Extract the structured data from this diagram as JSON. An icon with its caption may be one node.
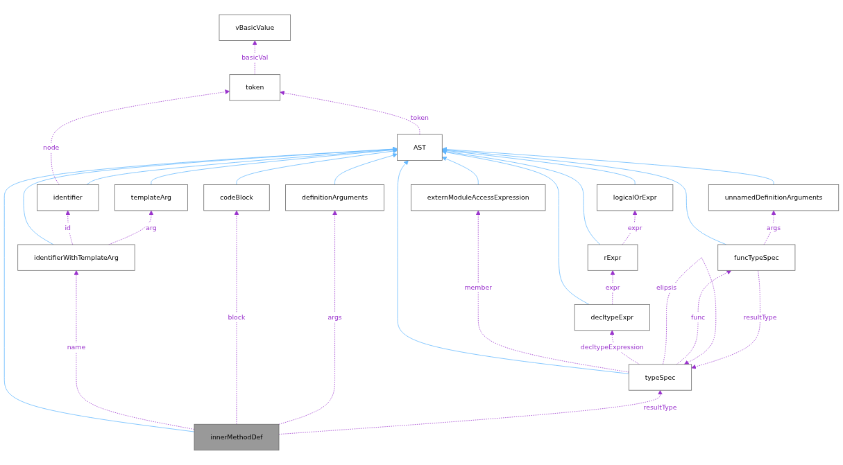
{
  "diagram": {
    "nodes": [
      {
        "text": [
          "vBasicValue"
        ]
      },
      {
        "text": [
          "token"
        ]
      },
      {
        "text": [
          "AST"
        ]
      },
      {
        "text": [
          "identifier"
        ]
      },
      {
        "text": [
          "templateArg"
        ]
      },
      {
        "text": [
          "logicalOrExpr"
        ]
      },
      {
        "text": [
          "definitionArguments"
        ]
      },
      {
        "text": [
          "externModuleAccessExpression"
        ]
      },
      {
        "text": [
          "identifierWithTemplateArg"
        ]
      },
      {
        "text": [
          "rExpr"
        ]
      },
      {
        "text": [
          "unnamedDefinitionArguments"
        ]
      },
      {
        "text": [
          "decltypeExpr"
        ]
      },
      {
        "text": [
          "codeBlock"
        ]
      },
      {
        "text": [
          "typeSpec"
        ]
      },
      {
        "text": [
          "innerMethodDef"
        ]
      },
      {
        "text": [
          "funcTypeSpec"
        ]
      }
    ],
    "edges": [
      {
        "from": 1,
        "to": 0,
        "arrow": "to",
        "label": "basicVal",
        "style": "dashed"
      },
      {
        "from": 2,
        "to": 1,
        "arrow": "to",
        "label": "token",
        "style": "dashed"
      },
      {
        "from": 3,
        "to": 1,
        "arrow": "to",
        "label": "node",
        "style": "dashed"
      },
      {
        "from": 3,
        "to": 2,
        "arrow": "to",
        "color": "#63b8ff"
      },
      {
        "from": 4,
        "to": 2,
        "arrow": "to",
        "color": "#63b8ff"
      },
      {
        "from": 5,
        "to": 2,
        "arrow": "to",
        "color": "#63b8ff"
      },
      {
        "from": 6,
        "to": 2,
        "arrow": "to",
        "color": "#63b8ff"
      },
      {
        "from": 7,
        "to": 2,
        "arrow": "to",
        "color": "#63b8ff"
      },
      {
        "from": 8,
        "to": 2,
        "arrow": "to",
        "color": "#63b8ff"
      },
      {
        "from": 8,
        "to": 3,
        "arrow": "to",
        "label": "id",
        "style": "dashed"
      },
      {
        "from": 8,
        "to": 4,
        "arrow": "to",
        "label": "arg",
        "style": "dashed"
      },
      {
        "from": 9,
        "to": 2,
        "arrow": "to",
        "color": "#63b8ff"
      },
      {
        "from": 9,
        "to": 5,
        "arrow": "to",
        "label": "expr",
        "style": "dashed"
      },
      {
        "from": 10,
        "to": 2,
        "arrow": "to",
        "color": "#63b8ff"
      },
      {
        "from": 11,
        "to": 2,
        "arrow": "to",
        "color": "#63b8ff"
      },
      {
        "from": 11,
        "to": 9,
        "arrow": "to",
        "label": "expr",
        "style": "dashed"
      },
      {
        "from": 12,
        "to": 2,
        "arrow": "to",
        "color": "#63b8ff"
      },
      {
        "from": 13,
        "to": 2,
        "arrow": "to",
        "color": "#63b8ff"
      },
      {
        "from": 13,
        "to": 7,
        "arrow": "to",
        "label": "member",
        "style": "dashed"
      },
      {
        "from": 13,
        "to": 11,
        "arrow": "to",
        "label": "decltypeExpression",
        "style": "dashed"
      },
      {
        "from": 13,
        "to": 13,
        "arrow": "to",
        "label": "elipsis",
        "style": "dashed"
      },
      {
        "from": 13,
        "to": 15,
        "arrow": "to",
        "label": "func",
        "style": "dashed"
      },
      {
        "from": 14,
        "to": 2,
        "arrow": "to",
        "color": "#63b8ff"
      },
      {
        "from": 14,
        "to": 8,
        "arrow": "to",
        "label": "name",
        "style": "dashed"
      },
      {
        "from": 14,
        "to": 12,
        "arrow": "to",
        "label": "block",
        "style": "dashed"
      },
      {
        "from": 14,
        "to": 6,
        "arrow": "to",
        "label": "args",
        "style": "dashed"
      },
      {
        "from": 14,
        "to": 13,
        "arrow": "to",
        "label": "resultType",
        "style": "dashed"
      },
      {
        "from": 15,
        "to": 2,
        "arrow": "to",
        "color": "#63b8ff"
      },
      {
        "from": 15,
        "to": 13,
        "arrow": "to",
        "label": "resultType",
        "style": "dashed"
      },
      {
        "from": 15,
        "to": 10,
        "arrow": "to",
        "label": "args",
        "style": "dashed"
      }
    ]
  }
}
